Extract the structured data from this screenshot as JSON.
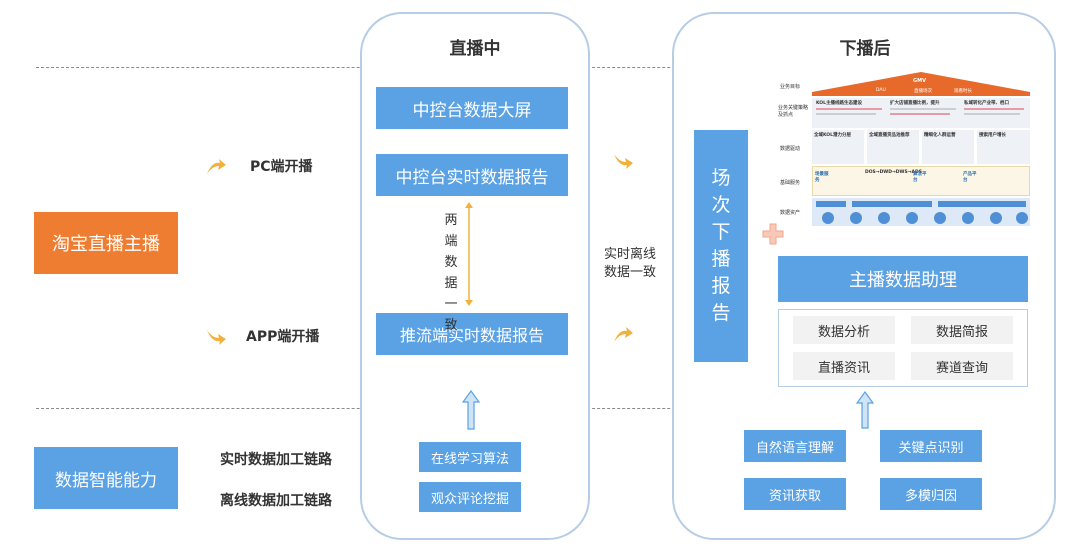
{
  "columns": {
    "live": {
      "title": "直播中"
    },
    "after": {
      "title": "下播后"
    }
  },
  "left": {
    "anchor": "淘宝直播主播",
    "ability": "数据智能能力",
    "pc": "PC端开播",
    "app": "APP端开播",
    "realtime_chain": "实时数据加工链路",
    "offline_chain": "离线数据加工链路"
  },
  "live": {
    "screen": "中控台数据大屏",
    "report": "中控台实时数据报告",
    "consistency": "两端数据一致",
    "push_report": "推流端实时数据报告",
    "algo1": "在线学习算法",
    "algo2": "观众评论挖掘"
  },
  "middle": {
    "line1": "实时离线",
    "line2": "数据一致"
  },
  "after": {
    "session_report": "场次下播报告",
    "assistant": "主播数据助理",
    "grid": [
      "数据分析",
      "数据简报",
      "直播资讯",
      "赛道查询"
    ],
    "algos": [
      "自然语言理解",
      "关键点识别",
      "资讯获取",
      "多模归因"
    ]
  },
  "thumbnail": {
    "roof": {
      "top": "GMV",
      "items": [
        "DAU",
        "直播场次",
        "观看时长"
      ]
    },
    "row_labels": [
      "业务目标",
      "业务关键策略及抓点",
      "数据驱动",
      "基础服务",
      "数据资产"
    ],
    "row2_heads": [
      "KOL主播线路生态建设",
      "扩大店铺直播比例，提升",
      "私域转化产业带、档口"
    ],
    "row3_heads": [
      "全域KOL潜力分层",
      "全域直播货品池推荐",
      "精细化人群运营",
      "搜索用户增长"
    ],
    "row4_head": "DOS→DWD→DWS→ADS",
    "row4_labels": [
      "场景服务",
      "算法平台",
      "产品平台"
    ]
  },
  "colors": {
    "orange": "#ef7d31",
    "blue": "#5aa2e4",
    "border": "#b7cde5",
    "arrow": "#f2b13c"
  }
}
